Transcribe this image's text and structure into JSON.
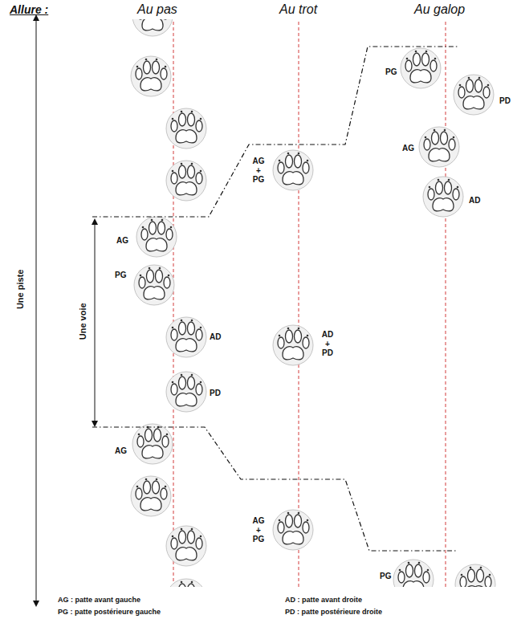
{
  "diagram": {
    "labels": [
      "Allure :",
      "Au pas",
      "Au trot",
      "Au galop",
      "PG",
      "PD",
      "AG + PG",
      "AG",
      "AD",
      "Une piste",
      "Une voie",
      "AG",
      "PG",
      "AD",
      "AD + PD",
      "PD",
      "AG",
      "AG + PG",
      "PG",
      "AG : patte avant gauche",
      "AD : patte avant droite",
      "PG : patte postérieure gauche",
      "PD : patte postérieure droite"
    ]
  }
}
